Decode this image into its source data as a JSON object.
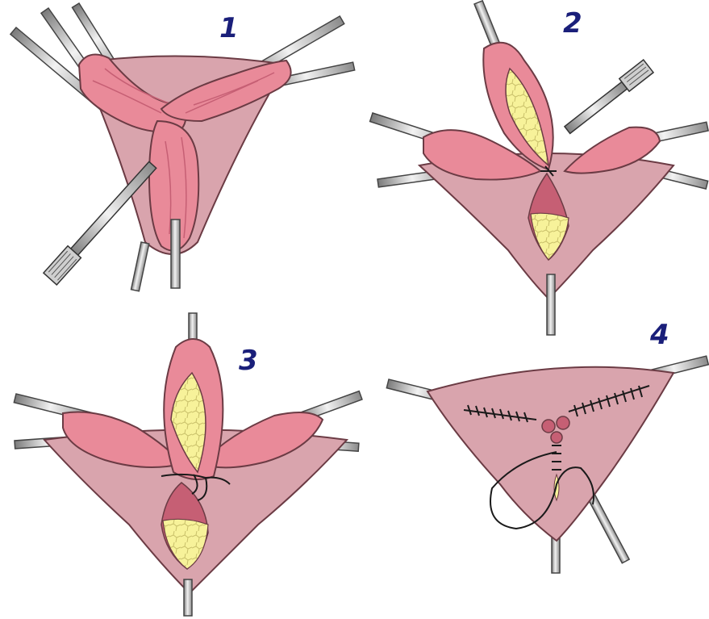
{
  "panels": [
    {
      "id": "p1",
      "number": "1"
    },
    {
      "id": "p2",
      "number": "2"
    },
    {
      "id": "p3",
      "number": "3"
    },
    {
      "id": "p4",
      "number": "4"
    }
  ],
  "colors": {
    "tissue": "#e98a99",
    "tissue_dark": "#c65f74",
    "tissue_pale": "#d9a4ad",
    "fat": "#f7f29a",
    "instrument": "#bfbfbf",
    "instrument_dark": "#4a4a4a",
    "suture": "#1a1a1a",
    "number": "#1a1f7a"
  }
}
